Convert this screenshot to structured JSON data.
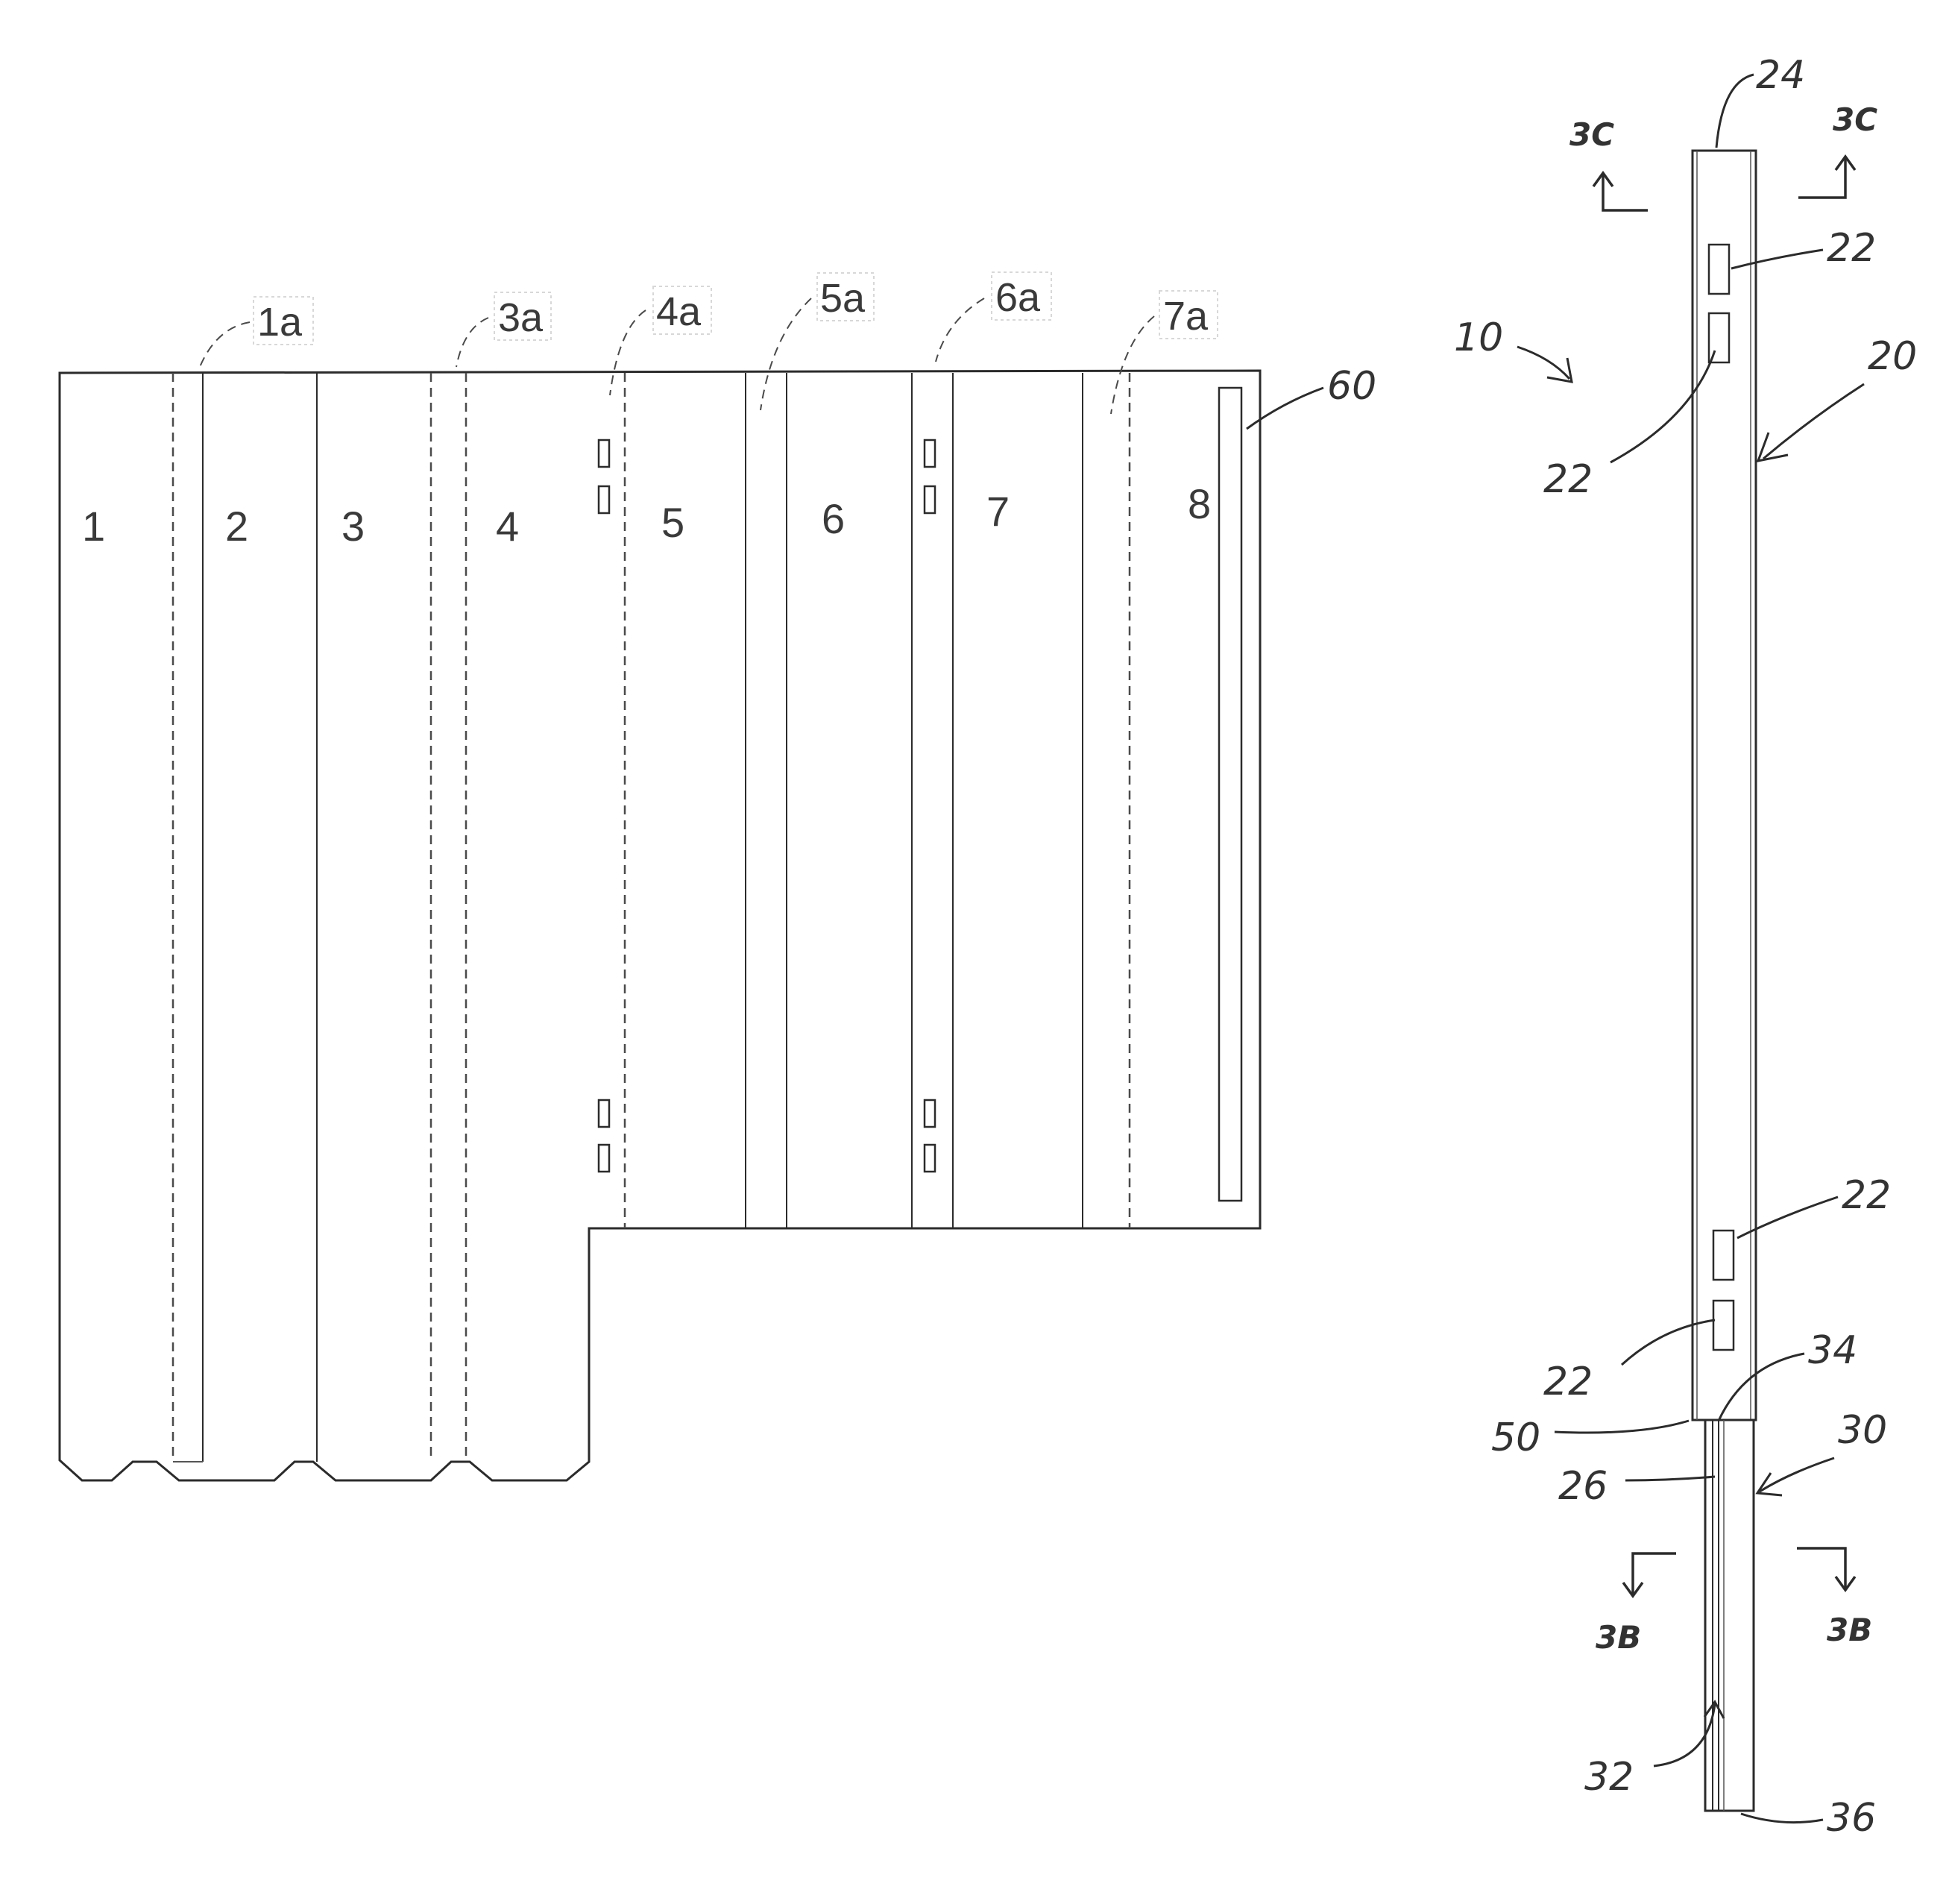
{
  "blank_panels": [
    "1",
    "2",
    "3",
    "4",
    "5",
    "6",
    "7",
    "8"
  ],
  "fold_labels": [
    "1a",
    "3a",
    "4a",
    "5a",
    "6a",
    "7a"
  ],
  "blank_ref": "60",
  "assembly": {
    "overall": "10",
    "upper_member": "20",
    "top_end": "24",
    "openings": [
      "22",
      "22",
      "22",
      "22"
    ],
    "lower_member": "30",
    "lower_end": "26",
    "channel": "32",
    "edge": "34",
    "bottom_end": "36",
    "junction": "50"
  },
  "section_marks": {
    "upper_left": "3C",
    "upper_right": "3C",
    "lower_left": "3B",
    "lower_right": "3B"
  }
}
